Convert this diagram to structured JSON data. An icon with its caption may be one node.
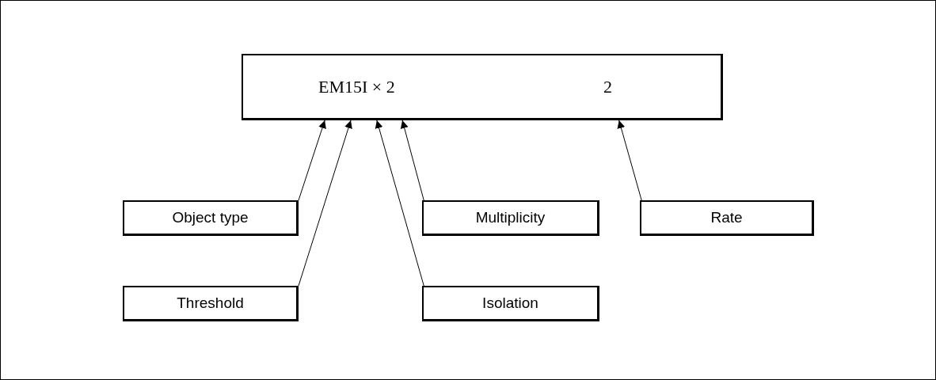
{
  "diagram": {
    "nodes": [
      {
        "text": [
          "EM15I × 2",
          "2"
        ]
      },
      {
        "text": [
          "Object type"
        ]
      },
      {
        "text": [
          "Multiplicity"
        ]
      },
      {
        "text": [
          "Rate"
        ]
      },
      {
        "text": [
          "Threshold"
        ]
      },
      {
        "text": [
          "Isolation"
        ]
      }
    ],
    "edges": [
      {
        "from": 1,
        "to": 0,
        "arrow": "to"
      },
      {
        "from": 4,
        "to": 0,
        "arrow": "to"
      },
      {
        "from": 5,
        "to": 0,
        "arrow": "to"
      },
      {
        "from": 2,
        "to": 0,
        "arrow": "to"
      },
      {
        "from": 3,
        "to": 0,
        "arrow": "to"
      }
    ]
  }
}
